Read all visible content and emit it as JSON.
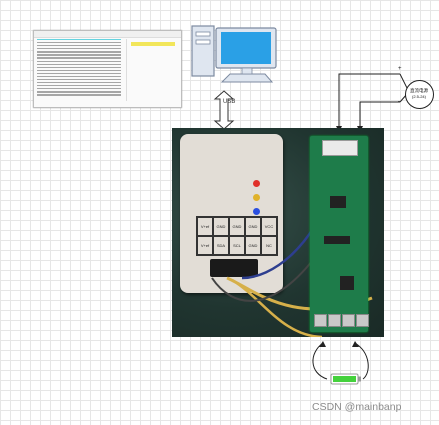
{
  "usb_label": "USB",
  "power_label_line1": "直流电源",
  "power_label_line2": "(2.5-24)",
  "power_plus": "+",
  "power_minus": "-",
  "programmer_pins": {
    "row1": [
      "V+ef",
      "GND",
      "GND",
      "GND",
      "VCC"
    ],
    "row2": [
      "V+ef",
      "SDA",
      "SCL",
      "GND",
      "NC"
    ]
  },
  "watermark": "CSDN @mainbanp",
  "colors": {
    "led_red": "#e0302a",
    "led_yellow": "#e0b22a",
    "led_blue": "#2a4fe0",
    "pcb": "#1e7c4a",
    "battery": "#44d13c"
  }
}
